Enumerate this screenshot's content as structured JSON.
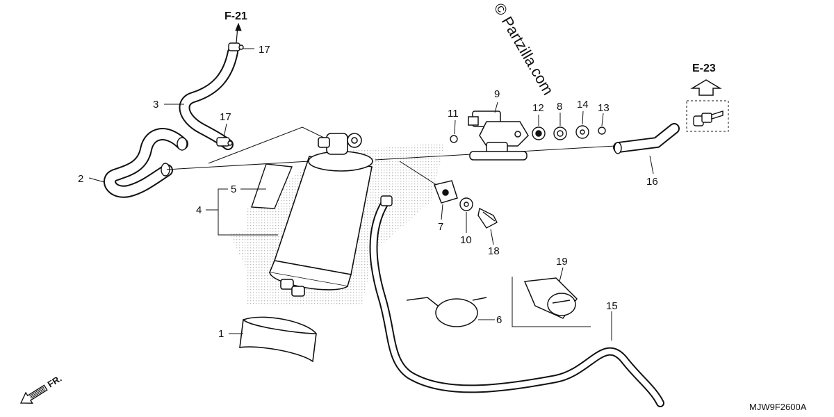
{
  "diagram": {
    "watermark": "© Partzilla.com",
    "diagram_code": "MJW9F2600A",
    "direction_marker": "FR.",
    "references": {
      "top_left": "F-21",
      "top_right": "E-23"
    },
    "callouts": [
      {
        "id": "c1",
        "text": "1"
      },
      {
        "id": "c2",
        "text": "2"
      },
      {
        "id": "c3",
        "text": "3"
      },
      {
        "id": "c4",
        "text": "4"
      },
      {
        "id": "c5",
        "text": "5"
      },
      {
        "id": "c6",
        "text": "6"
      },
      {
        "id": "c7",
        "text": "7"
      },
      {
        "id": "c8",
        "text": "8"
      },
      {
        "id": "c9",
        "text": "9"
      },
      {
        "id": "c10",
        "text": "10"
      },
      {
        "id": "c11",
        "text": "11"
      },
      {
        "id": "c12",
        "text": "12"
      },
      {
        "id": "c13",
        "text": "13"
      },
      {
        "id": "c14",
        "text": "14"
      },
      {
        "id": "c15",
        "text": "15"
      },
      {
        "id": "c16",
        "text": "16"
      },
      {
        "id": "c17a",
        "text": "17"
      },
      {
        "id": "c17b",
        "text": "17"
      },
      {
        "id": "c18",
        "text": "18"
      },
      {
        "id": "c19",
        "text": "19"
      }
    ]
  },
  "colors": {
    "line": "#111111",
    "background": "#ffffff",
    "shade": "#c8c8c8"
  }
}
